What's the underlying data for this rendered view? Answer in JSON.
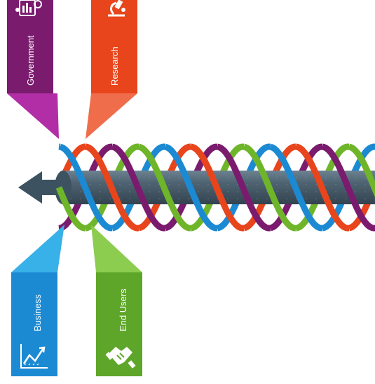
{
  "banners": [
    {
      "id": "government",
      "label": "Government",
      "icon": "clipboard-chart-icon",
      "color": "#7a1b6e",
      "tail_color": "#b22ea6"
    },
    {
      "id": "research",
      "label": "Research",
      "icon": "microscope-icon",
      "color": "#e8451c",
      "tail_color": "#f06d4c"
    },
    {
      "id": "business",
      "label": "Business",
      "icon": "growth-chart-icon",
      "color": "#1c8ad2",
      "tail_color": "#38b1e8"
    },
    {
      "id": "end_users",
      "label": "End Users",
      "icon": "handshake-icon",
      "color": "#5ea62a",
      "tail_color": "#8ccc4f"
    }
  ],
  "strands": [
    {
      "name": "purple",
      "color": "#7a1b6e"
    },
    {
      "name": "orange",
      "color": "#e8451c"
    },
    {
      "name": "blue",
      "color": "#1c8ad2"
    },
    {
      "name": "green",
      "color": "#6fb52a"
    }
  ],
  "pipe": {
    "color": "#4a5e6c",
    "highlight": "#6d8291",
    "arrow_color": "#3d5260"
  }
}
